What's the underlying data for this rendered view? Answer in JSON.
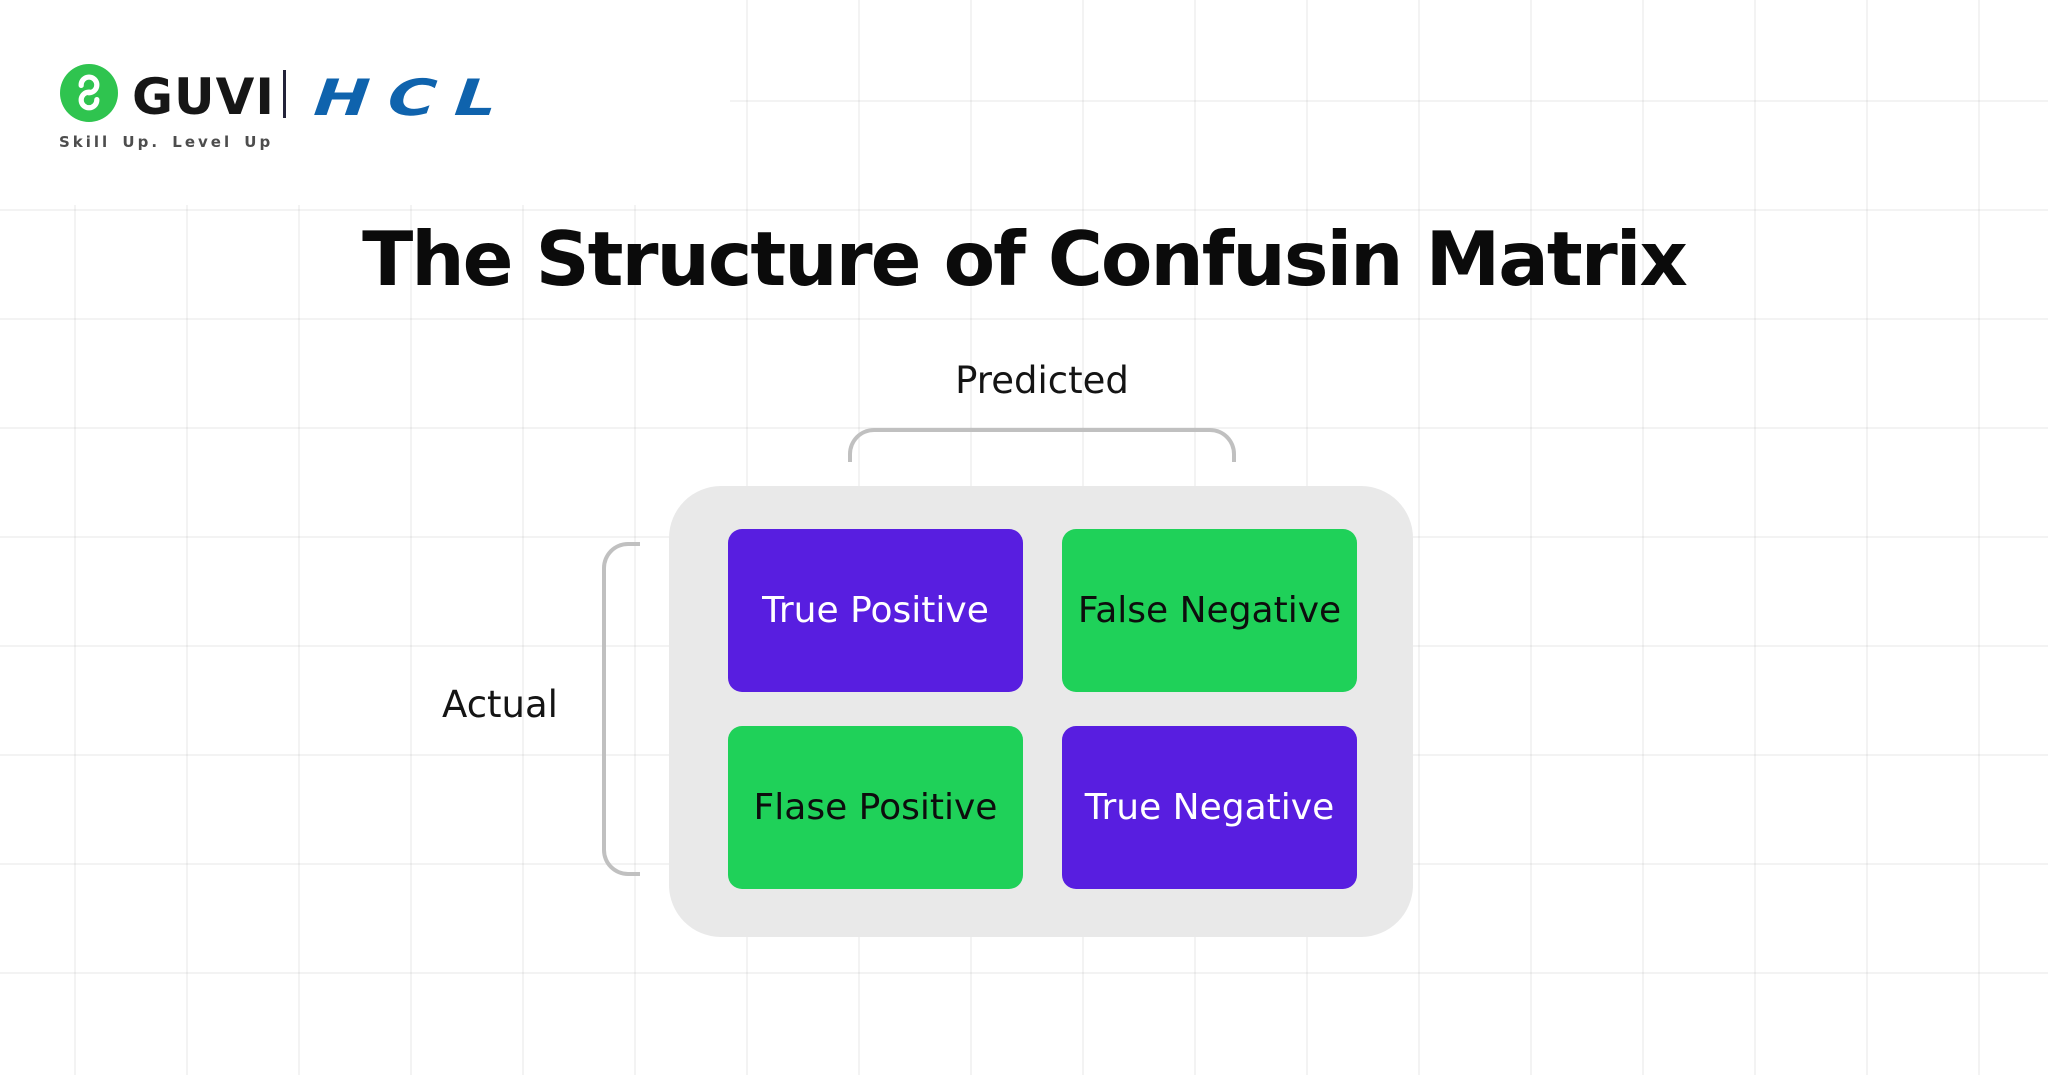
{
  "brand": {
    "guvi_label": "GUVI",
    "hcl_label": "HCL",
    "tagline": "Skill Up. Level Up",
    "colors": {
      "guvi_green": "#2fc44f",
      "hcl_blue": "#0f63ad",
      "wordmark_black": "#161616",
      "tagline_gray": "#4d4d4d"
    }
  },
  "title": "The Structure of Confusin Matrix",
  "matrix": {
    "predicted_label": "Predicted",
    "actual_label": "Actual",
    "panel_color": "#e9e9e9",
    "bracket_color": "#c0c0c0",
    "quadrants": [
      {
        "id": "top-left",
        "label": "True Positive",
        "bg": "#581ee0",
        "fg": "#ffffff"
      },
      {
        "id": "top-right",
        "label": "False Negative",
        "bg": "#1fd159",
        "fg": "#0d0d0d"
      },
      {
        "id": "bottom-left",
        "label": "Flase Positive",
        "bg": "#1fd159",
        "fg": "#0d0d0d"
      },
      {
        "id": "bottom-right",
        "label": "True Negative",
        "bg": "#581ee0",
        "fg": "#ffffff"
      }
    ]
  }
}
